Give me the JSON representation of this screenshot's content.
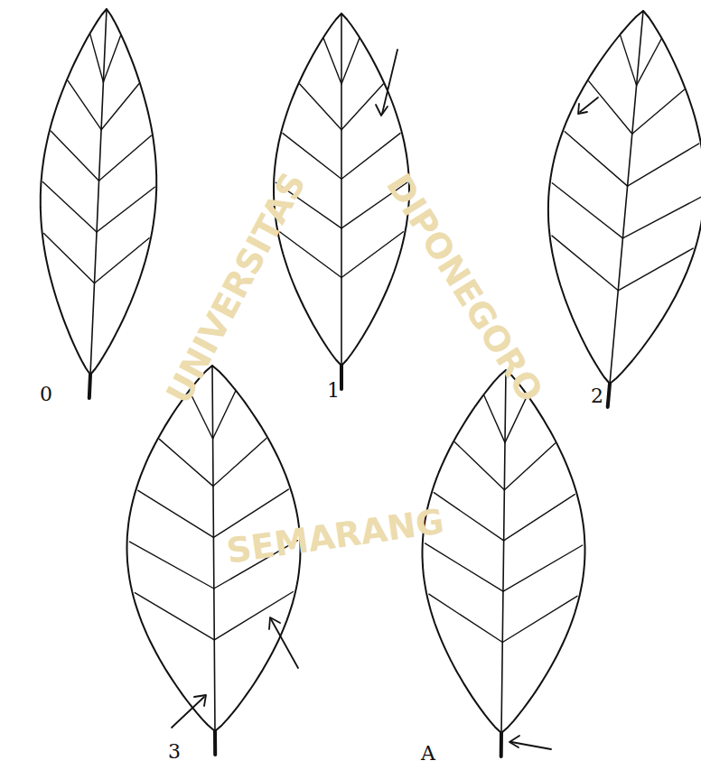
{
  "diagram": {
    "labels": [
      "0",
      "1",
      "2",
      "3",
      "A",
      "UNIVERSITAS",
      "DIPONEGORO",
      "SEMARANG"
    ]
  }
}
